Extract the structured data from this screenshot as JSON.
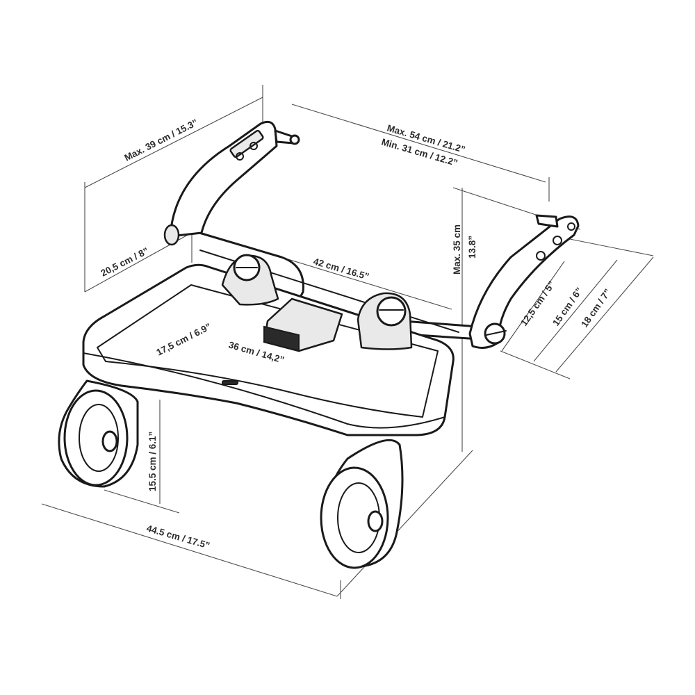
{
  "diagram": {
    "labels": {
      "max_width_39": "Max. 39 cm / 15.3”",
      "max_54": "Max. 54 cm / 21.2”",
      "min_31": "Min. 31 cm / 12.2”",
      "max_35": "Max. 35 cm",
      "in_13_8": "13.8”",
      "h_20_5": "20,5 cm / 8”",
      "w_42": "42 cm / 16.5”",
      "d_17_5": "17,5 cm / 6.9”",
      "w_36": "36 cm / 14,2”",
      "c_12_5": "12,5 cm / 5”",
      "c_15": "15 cm / 6”",
      "c_18": "18 cm / 7”",
      "wheel_15_5": "15.5 cm / 6.1”",
      "len_44_5": "44.5 cm / 17.5”"
    }
  }
}
